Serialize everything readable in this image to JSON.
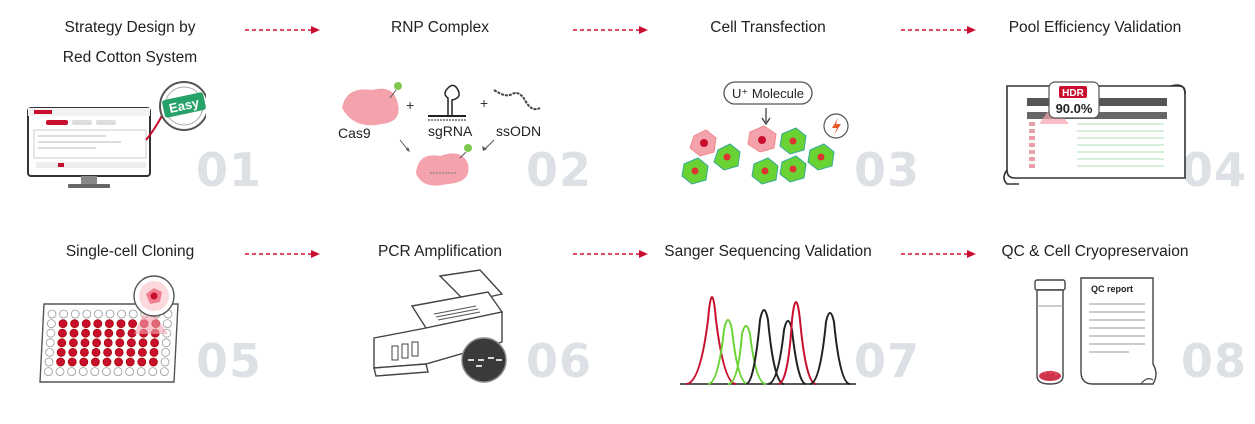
{
  "steps": [
    {
      "title_lines": [
        "Strategy Design by",
        "Red Cotton System"
      ],
      "number": "01",
      "badge": "Easy"
    },
    {
      "title_lines": [
        "RNP Complex"
      ],
      "number": "02",
      "labels": {
        "cas9": "Cas9",
        "sgrna": "sgRNA",
        "ssodn": "ssODN",
        "plus": "+"
      }
    },
    {
      "title_lines": [
        "Cell Transfection"
      ],
      "number": "03",
      "labels": {
        "molecule": "U⁺ Molecule"
      }
    },
    {
      "title_lines": [
        "Pool Efficiency Validation"
      ],
      "number": "04",
      "labels": {
        "hdr": "HDR",
        "percent": "90.0%"
      }
    },
    {
      "title_lines": [
        "Single-cell Cloning"
      ],
      "number": "05"
    },
    {
      "title_lines": [
        "PCR Amplification"
      ],
      "number": "06"
    },
    {
      "title_lines": [
        "Sanger Sequencing Validation"
      ],
      "number": "07"
    },
    {
      "title_lines": [
        "QC & Cell Cryopreservaion"
      ],
      "number": "08",
      "labels": {
        "report": "QC report"
      }
    }
  ],
  "colors": {
    "accent": "#c8102e",
    "pink": "#f4a3ad",
    "green": "#6ad334",
    "number_gray": "#dde1e6"
  },
  "icons": [
    "computer-screen-icon",
    "cas9-protein-icon",
    "cell-culture-icon",
    "document-table-icon",
    "well-plate-icon",
    "pcr-machine-icon",
    "chromatogram-icon",
    "vial-report-icon"
  ]
}
